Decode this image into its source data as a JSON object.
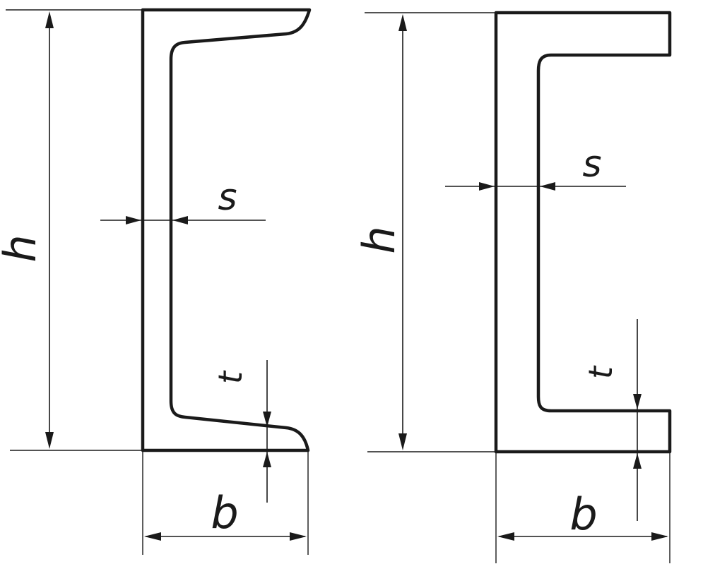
{
  "figures": [
    {
      "id": "tapered-flange-channel",
      "labels": {
        "height": "h",
        "web_thickness": "s",
        "flange_thickness": "t",
        "width": "b"
      }
    },
    {
      "id": "parallel-flange-channel",
      "labels": {
        "height": "h",
        "web_thickness": "s",
        "flange_thickness": "t",
        "width": "b"
      }
    }
  ],
  "colors": {
    "line": "#1a1a1a",
    "background": "#ffffff"
  }
}
